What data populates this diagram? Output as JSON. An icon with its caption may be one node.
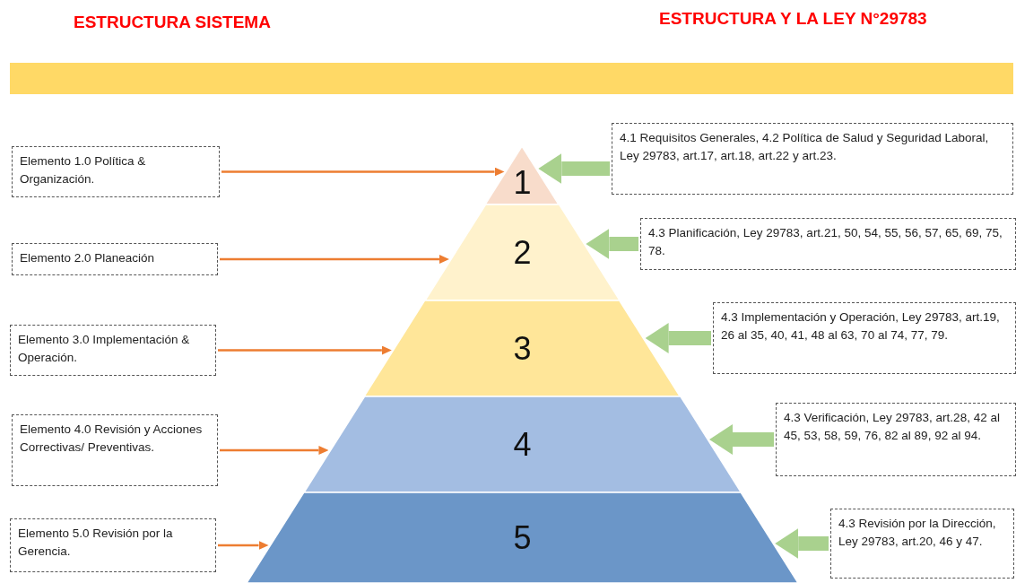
{
  "diagram": {
    "nodes": [
      {
        "text": [
          "Elemento 1.0 Política & Organización."
        ]
      },
      {
        "text": [
          "Elemento 2.0 Planeación"
        ]
      },
      {
        "text": [
          "Elemento 3.0 Implementación & Operación."
        ]
      },
      {
        "text": [
          "Elemento 4.0 Revisión y Acciones Correctivas/ Preventivas."
        ]
      },
      {
        "text": [
          "Elemento 5.0 Revisión por la Gerencia."
        ]
      },
      {
        "text": [
          "1"
        ]
      },
      {
        "text": [
          "2"
        ]
      },
      {
        "text": [
          "3"
        ]
      },
      {
        "text": [
          "4"
        ]
      },
      {
        "text": [
          "5"
        ]
      },
      {
        "text": [
          "4.1 Requisitos Generales, 4.2 Política de Salud y Seguridad Laboral, Ley 29783, art.17, art.18, art.22 y art.23."
        ]
      },
      {
        "text": [
          "4.3 Planificación, Ley 29783, art.21, 50, 54, 55, 56, 57, 65, 69, 75, 78."
        ]
      },
      {
        "text": [
          "4.3 Implementación y Operación, Ley 29783, art.19, 26 al 35, 40, 41, 48 al 63, 70 al 74, 77, 79."
        ]
      },
      {
        "text": [
          "4.3 Verificación, Ley 29783, art.28, 42 al 45, 53, 58, 59, 76, 82 al 89, 92 al 94."
        ]
      },
      {
        "text": [
          "4.3 Revisión por la Dirección, Ley 29783, art.20, 46 y 47."
        ]
      },
      {
        "text": [],
        "shape": "bar"
      }
    ],
    "edges": [
      {
        "from": 0,
        "to": 5,
        "arrow": "to",
        "color": "#ed7d31"
      },
      {
        "from": 1,
        "to": 6,
        "arrow": "to",
        "color": "#ed7d31"
      },
      {
        "from": 2,
        "to": 7,
        "arrow": "to",
        "color": "#ed7d31"
      },
      {
        "from": 3,
        "to": 8,
        "arrow": "to",
        "color": "#ed7d31"
      },
      {
        "from": 4,
        "to": 9,
        "arrow": "to",
        "color": "#ed7d31"
      },
      {
        "from": 10,
        "to": 5,
        "arrow": "to",
        "style": "thick",
        "color": "#a9d18e"
      },
      {
        "from": 11,
        "to": 6,
        "arrow": "to",
        "style": "thick",
        "color": "#a9d18e"
      },
      {
        "from": 12,
        "to": 7,
        "arrow": "to",
        "style": "thick",
        "color": "#a9d18e"
      },
      {
        "from": 13,
        "to": 8,
        "arrow": "to",
        "style": "thick",
        "color": "#a9d18e"
      },
      {
        "from": 14,
        "to": 9,
        "arrow": "to",
        "style": "thick",
        "color": "#a9d18e"
      }
    ],
    "labels": [
      "ESTRUCTURA SISTEMA",
      "ESTRUCTURA Y LA LEY N°29783"
    ]
  }
}
